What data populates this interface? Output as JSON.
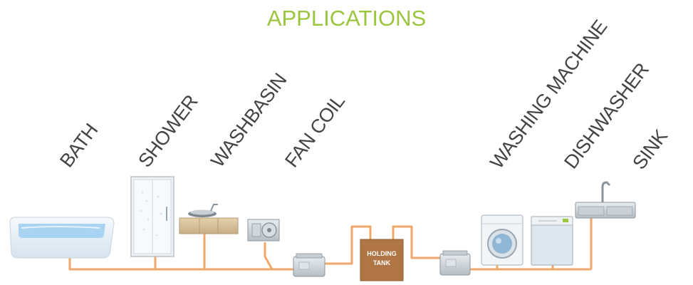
{
  "title": "APPLICATIONS",
  "colors": {
    "title": "#9bc53d",
    "pipe": "#f0a868",
    "tank": "#b07545",
    "label": "#444444",
    "water": "#a8d4f2"
  },
  "applications": [
    {
      "label": "BATH"
    },
    {
      "label": "SHOWER"
    },
    {
      "label": "WASHBASIN"
    },
    {
      "label": "FAN COIL"
    },
    {
      "label": "WASHING MACHINE"
    },
    {
      "label": "DISHWASHER"
    },
    {
      "label": "SINK"
    }
  ],
  "holding_tank": {
    "line1": "HOLDING",
    "line2": "TANK"
  }
}
